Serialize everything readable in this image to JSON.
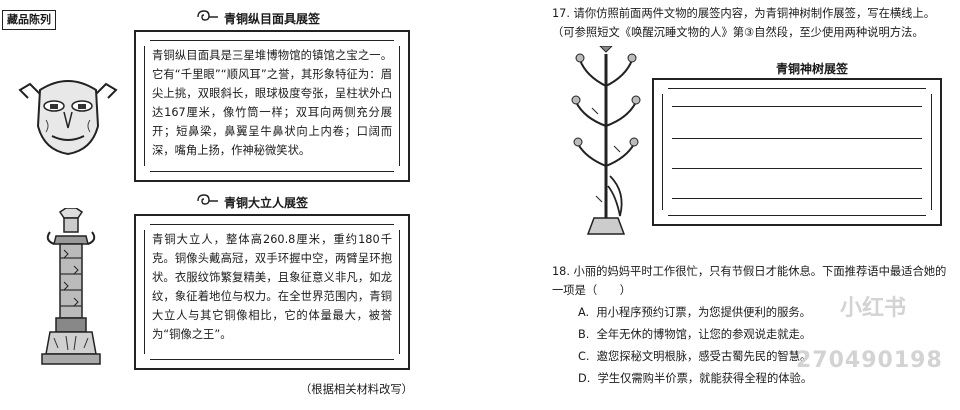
{
  "left": {
    "section_tag": "藏品陈列",
    "card1": {
      "title": "青铜纵目面具展签",
      "text": "青铜纵目面具是三星堆博物馆的镇馆之宝之一。它有“千里眼”“顺风耳”之誉，其形象特征为：眉尖上挑，双眼斜长，眼球极度夸张，呈柱状外凸达167厘米，像竹筒一样；双耳向两侧充分展开；短鼻梁，鼻翼呈牛鼻状向上内卷；口阔而深，嘴角上扬，作神秘微笑状。"
    },
    "card2": {
      "title": "青铜大立人展签",
      "text": "青铜大立人，整体高260.8厘米，重约180千克。铜像头戴高冠，双手环握中空，两臂呈环抱状。衣服纹饰繁复精美，且象征意义非凡，如龙纹，象征着地位与权力。在全世界范围内，青铜大立人与其它铜像相比，它的体量最大，被誉为“铜像之王”。"
    },
    "source_note": "（根据相关材料改写）"
  },
  "right": {
    "q17": {
      "text": "17. 请你仿照前面两件文物的展签内容，为青铜神树制作展签，写在横线上。（可参照短文《唤醒沉睡文物的人》第③自然段，至少使用两种说明方法。",
      "card_title": "青铜神树展签"
    },
    "q18": {
      "text": "18. 小丽的妈妈平时工作很忙，只有节假日才能休息。下面推荐语中最适合她的一项是（　　）",
      "options": [
        {
          "label": "A.",
          "text": "用小程序预约订票，为您提供便利的服务。"
        },
        {
          "label": "B.",
          "text": "全年无休的博物馆，让您的参观说走就走。"
        },
        {
          "label": "C.",
          "text": "邀您探秘文明根脉，感受古蜀先民的智慧。"
        },
        {
          "label": "D.",
          "text": "学生仅需购半价票，就能获得全程的体验。"
        }
      ]
    }
  },
  "watermark": {
    "logo": "小红书",
    "number": "270490198"
  }
}
